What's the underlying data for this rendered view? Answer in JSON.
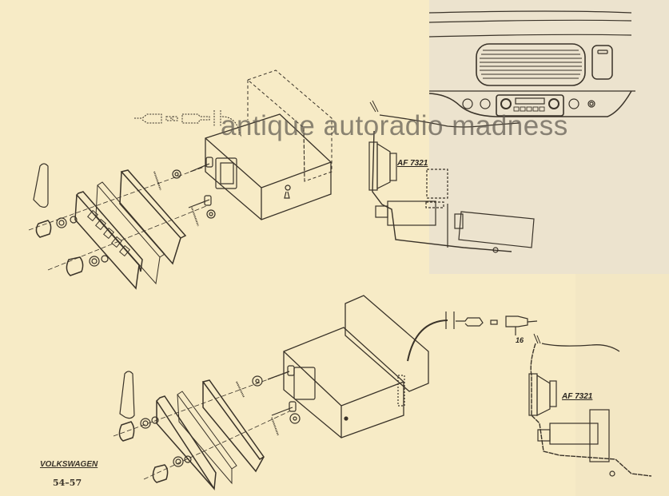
{
  "document": {
    "type": "installation exploded-view diagram",
    "watermark": "antique autoradio madness",
    "footer": {
      "brand": "VOLKSWAGEN",
      "years": "54–57"
    }
  },
  "figures": {
    "top_installation": {
      "speaker_label": "AF 7321"
    },
    "bottom_installation": {
      "connector_callout": "16",
      "speaker_label": "AF 7321"
    }
  },
  "colors": {
    "paper": "#f7ebc6",
    "inset_photo_bg": "#ece3ce",
    "line": "#3a3329",
    "watermark": "#5f5a50"
  }
}
